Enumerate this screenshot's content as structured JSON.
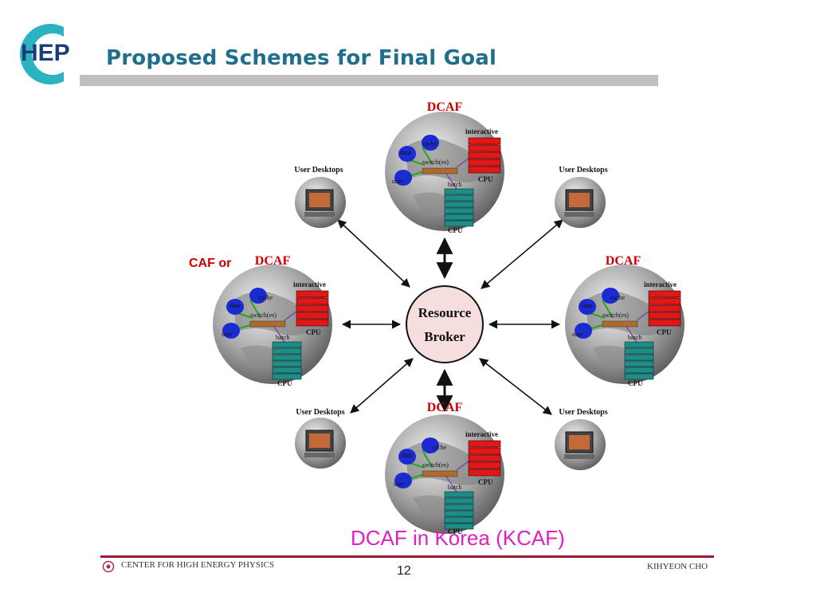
{
  "slide": {
    "title": "Proposed Schemes for Final Goal",
    "logo_text": "HEP",
    "caf_label": "CAF  or",
    "caption": "DCAF in Korea (KCAF)",
    "page_number": "12",
    "footer_left": "CENTER FOR HIGH ENERGY PHYSICS",
    "footer_right": "KIHYEON CHO"
  },
  "diagram": {
    "broker_line1": "Resource",
    "broker_line2": "Broker",
    "site_title": "DCAF",
    "desktop_label": "User Desktops",
    "site_labels": {
      "cache": "cache",
      "data": "data",
      "user": "user",
      "switches": "switch(es)",
      "interactive": "interactive",
      "batch": "batch",
      "cpu": "CPU"
    }
  },
  "colors": {
    "title": "#1f6e8c",
    "caption": "#e020c0",
    "caf_label": "#cc0000",
    "site_title": "#cc0000",
    "footer_line": "#9b1b30",
    "broker_fill": "#f7dede"
  }
}
